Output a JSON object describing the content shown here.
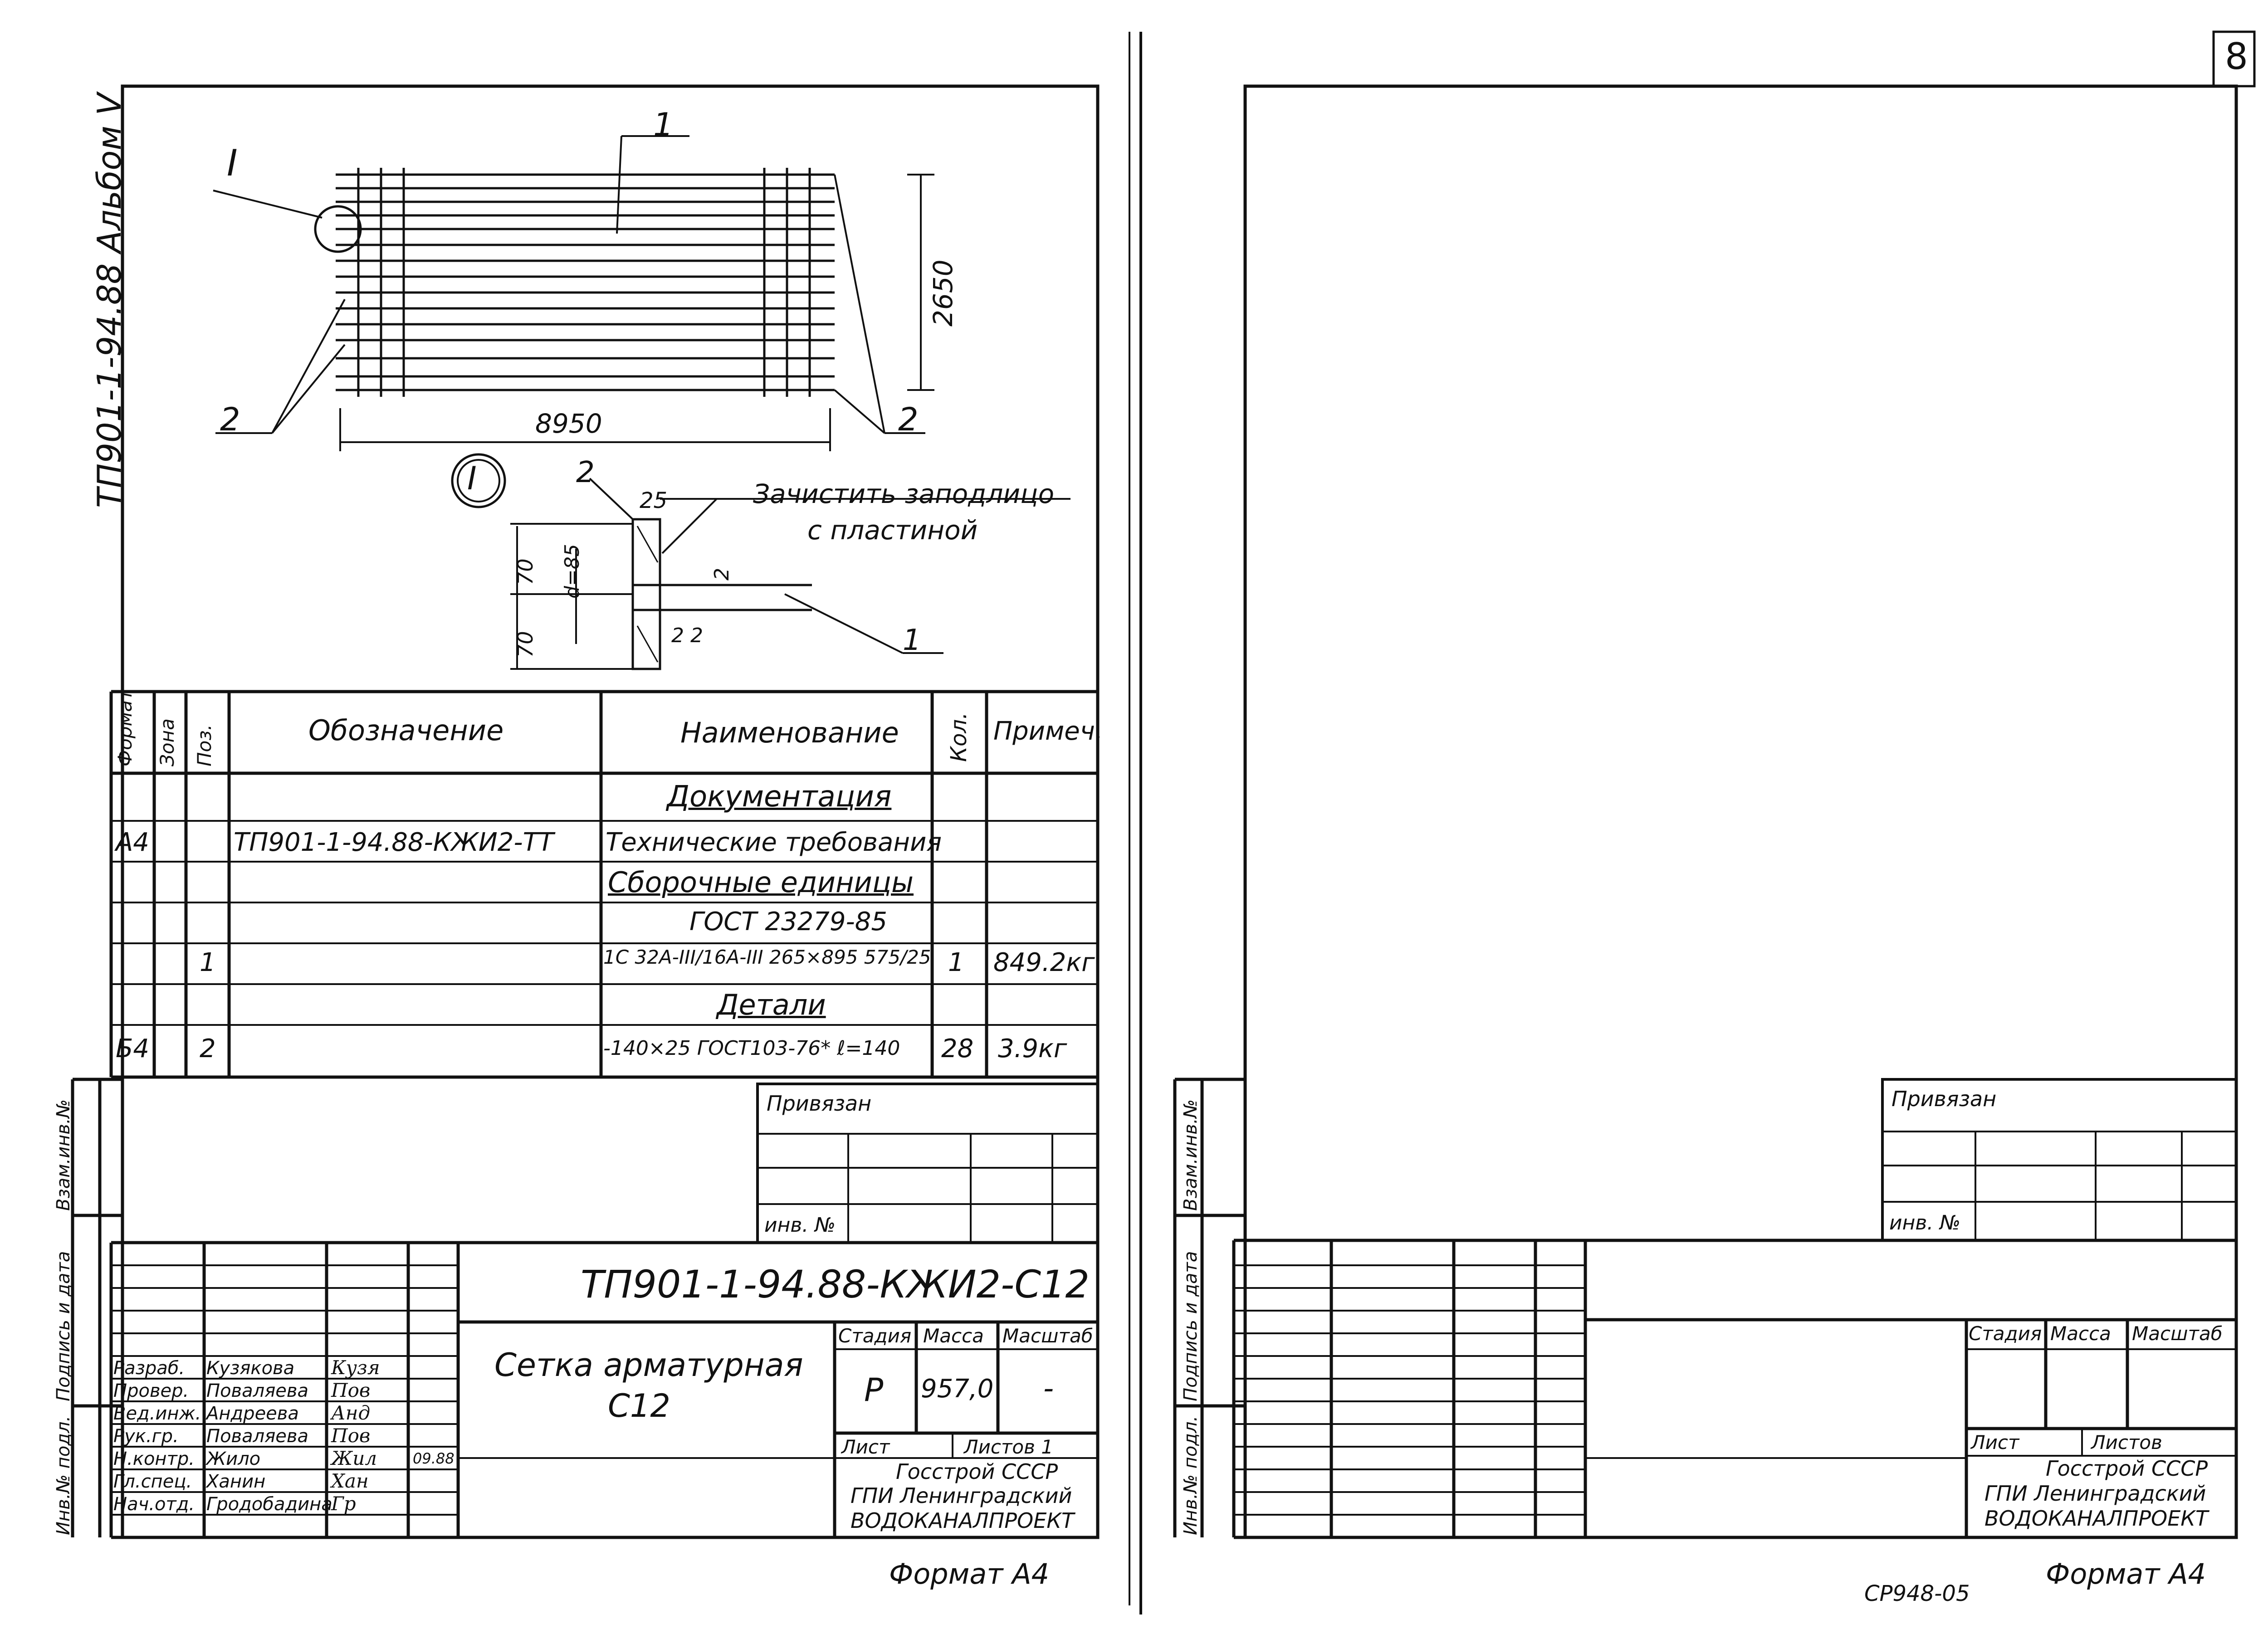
{
  "left": {
    "album_ref": "ТП901-1-94.88 Альбом V",
    "margin": {
      "vzam_inv": "Взам.инв.№",
      "podpis_data": "Подпись и дата",
      "inv_podl": "Инв.№ подл."
    },
    "privyazan": "Привязан",
    "inv_no": "инв. №",
    "format": "Формат А4"
  },
  "drawing": {
    "callout_detail": "I",
    "callout_pos1": "1",
    "callout_pos2": "2",
    "length": "8950",
    "width": "2650",
    "detail_marker": "I",
    "dim_25": "25",
    "note_line1": "Зачистить заподлицо",
    "note_line2": "с пластиной",
    "dim_70": "70",
    "dim_d": "d=85",
    "dim_2": "2",
    "dim_2_2": "2  2"
  },
  "spec": {
    "headers": {
      "format": "Формат",
      "zone": "Зона",
      "pos": "Поз.",
      "designation": "Обозначение",
      "name": "Наименование",
      "qty": "Кол.",
      "note": "Примеч."
    },
    "rows": [
      {
        "name": "Документация"
      },
      {
        "format": "А4",
        "designation": "ТП901-1-94.88-КЖИ2-ТТ",
        "name": "Технические требования"
      },
      {
        "name": "Сборочные единицы"
      },
      {
        "name": "ГОСТ 23279-85"
      },
      {
        "pos": "1",
        "name": "1С 32А-III/16А-III 265×895 575/25",
        "qty": "1",
        "note": "849.2кг"
      },
      {
        "name": "Детали"
      },
      {
        "format": "Б4",
        "pos": "2",
        "name": "-140×25 ГОСТ103-76* ℓ=140",
        "qty": "28",
        "note": "3.9кг"
      }
    ]
  },
  "title": {
    "code": "ТП901-1-94.88-КЖИ2-С12",
    "name_line1": "Сетка арматурная",
    "name_line2": "С12",
    "labels": {
      "stage": "Стадия",
      "mass": "Масса",
      "scale": "Масштаб",
      "sheet": "Лист",
      "sheets": "Листов 1"
    },
    "stage": "Р",
    "mass": "957,0",
    "scale": "-",
    "org": {
      "line1": "Госстрой СССР",
      "line2": "ГПИ Ленинградский",
      "line3": "ВОДОКАНАЛПРОЕКТ"
    }
  },
  "staff": [
    {
      "role": "Разраб.",
      "name": "Кузякова",
      "sign": "Кузя"
    },
    {
      "role": "Провер.",
      "name": "Поваляева",
      "sign": "Пов"
    },
    {
      "role": "Вед.инж.",
      "name": "Андреева",
      "sign": "Анд"
    },
    {
      "role": "Рук.гр.",
      "name": "Поваляева",
      "sign": "Пов"
    },
    {
      "role": "Н.контр.",
      "name": "Жило",
      "sign": "Жил",
      "date": "09.88"
    },
    {
      "role": "Гл.спец.",
      "name": "Ханин",
      "sign": "Хан"
    },
    {
      "role": "Нач.отд.",
      "name": "Гродобадина",
      "sign": "Гр"
    }
  ],
  "right": {
    "sheet_number": "8",
    "margin": {
      "vzam_inv": "Взам.инв.№",
      "podpis_data": "Подпись и дата",
      "inv_podl": "Инв.№ подл."
    },
    "privyazan": "Привязан",
    "inv_no": "инв. №",
    "sheets_label": "Листов",
    "format": "Формат А4",
    "archive_no": "СР948-05"
  }
}
